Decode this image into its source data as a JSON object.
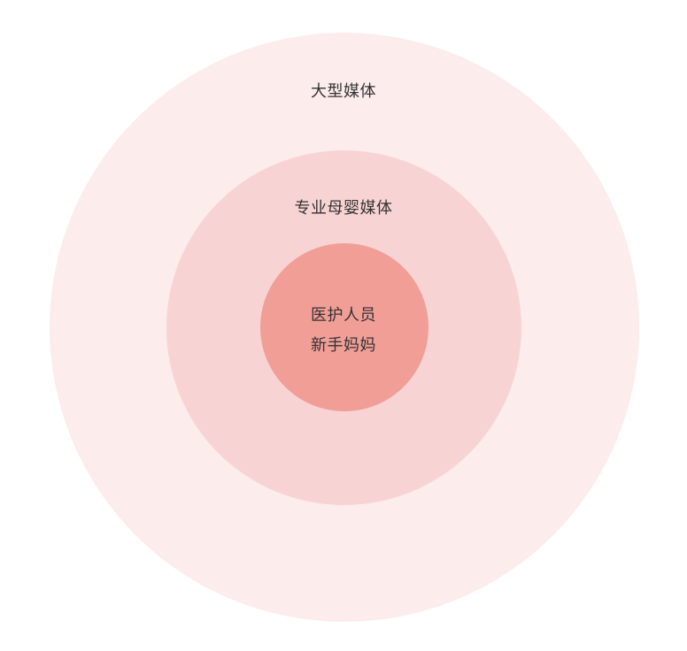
{
  "diagram": {
    "type": "concentric-circles",
    "layers": [
      {
        "level": "outer",
        "label": "大型媒体",
        "color": "#fcecec"
      },
      {
        "level": "middle",
        "label": "专业母婴媒体",
        "color": "#f7d4d3"
      },
      {
        "level": "inner",
        "lines": [
          "医护人员",
          "新手妈妈"
        ],
        "color": "#f19e97"
      }
    ]
  }
}
